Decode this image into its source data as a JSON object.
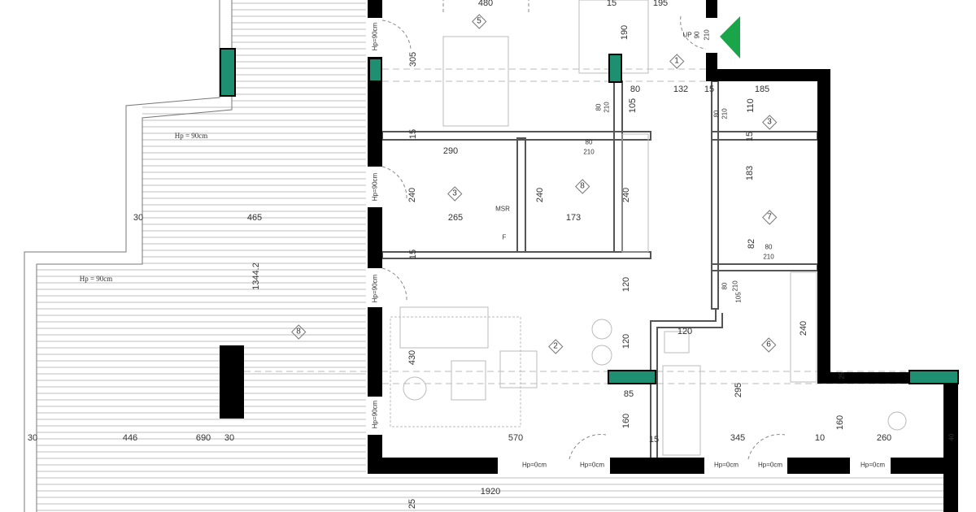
{
  "colors": {
    "wall": "#000000",
    "accent": "#1f8f72",
    "entry_arrow": "#1aa54a",
    "lines": "#9a9a9a"
  },
  "icons": {
    "entry": "entry-arrow-icon",
    "room_number": "diamond-room-marker"
  },
  "terrace": {
    "hp1": "Hp = 90cm",
    "hp2": "Hp = 90cm",
    "d1": "30",
    "d2": "465",
    "d3": "1344.2",
    "room": "8",
    "b1": "30",
    "b2": "446",
    "b3": "690",
    "b4": "30",
    "total": "1920",
    "edge": "25"
  },
  "windows": {
    "w1": "Hp=90cm",
    "w2": "Hp=90cm",
    "w3": "Hp=90cm",
    "w4": "Hp=90cm"
  },
  "labels": [
    "480",
    "15",
    "195",
    "5",
    "190",
    "UP",
    "90",
    "210",
    "1",
    "305",
    "80",
    "132",
    "15",
    "185",
    "80",
    "210",
    "105",
    "80",
    "210",
    "110",
    "3",
    "15",
    "290",
    "80",
    "210",
    "15",
    "183",
    "3",
    "240",
    "MSR",
    "240",
    "8",
    "240",
    "265",
    "173",
    "F",
    "7",
    "82",
    "80",
    "210",
    "15",
    "120",
    "80",
    "210",
    "105",
    "120",
    "2",
    "120",
    "6",
    "240",
    "430",
    "85",
    "295",
    "25",
    "160",
    "160",
    "570",
    "15",
    "345",
    "10",
    "260",
    "40",
    "Hp=0cm",
    "Hp=0cm",
    "Hp=0cm",
    "Hp=0cm",
    "Hp=0cm"
  ]
}
